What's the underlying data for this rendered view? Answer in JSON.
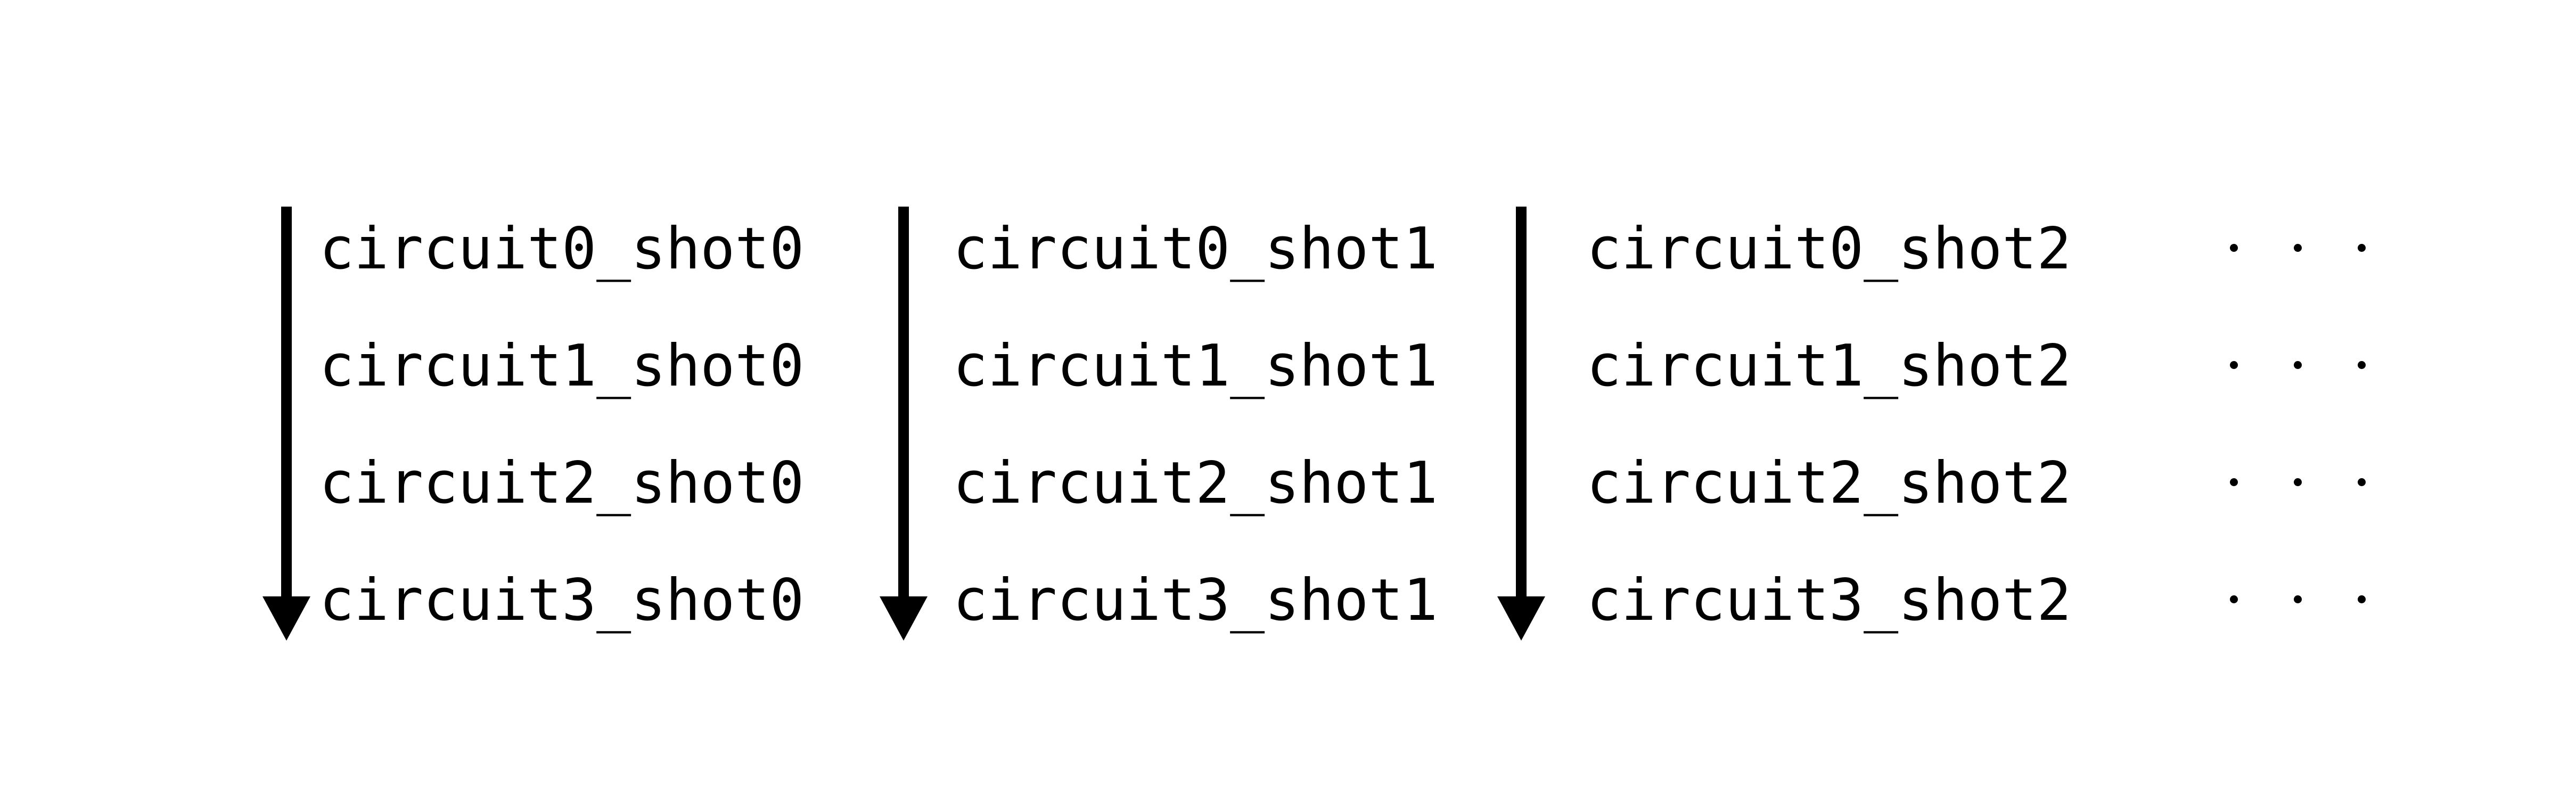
{
  "columns": [
    {
      "labels": [
        "circuit0_shot0",
        "circuit1_shot0",
        "circuit2_shot0",
        "circuit3_shot0"
      ]
    },
    {
      "labels": [
        "circuit0_shot1",
        "circuit1_shot1",
        "circuit2_shot1",
        "circuit3_shot1"
      ]
    },
    {
      "labels": [
        "circuit0_shot2",
        "circuit1_shot2",
        "circuit2_shot2",
        "circuit3_shot2"
      ]
    }
  ],
  "continuation_rows": 4,
  "colors": {
    "ink": "#000000",
    "background": "#ffffff"
  }
}
